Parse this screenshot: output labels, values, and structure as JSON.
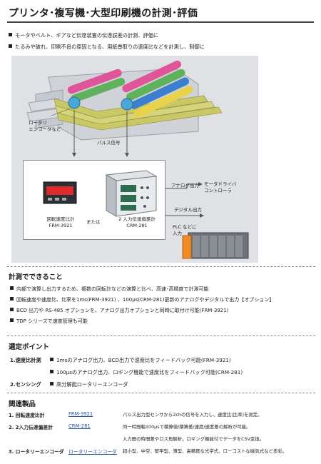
{
  "header": {
    "title": "プリンタ･複写機･大型印刷機の計測･評価"
  },
  "intro": [
    "モータやベルト、ギアなど伝達装置の伝達誤差の計測、評価に",
    "たるみや破れ、印刷不良の原因となる、用紙巻取りの速度比などを計測し、制御に"
  ],
  "diagram": {
    "encoder_label": [
      "ロータリ",
      "エンコーダなど"
    ],
    "pulse_label": "パルス信号",
    "analog_label": "アナログ出力",
    "motor_label": [
      "モータドライバ",
      "コントローラ"
    ],
    "digital_label": "デジタル出力",
    "plc_label": [
      "PLC などに",
      "入力"
    ],
    "dev1_label": [
      "回転速度比計",
      "FRM-3921"
    ],
    "or_label": "または",
    "dev2_label": [
      "2 入力伝達偏差計",
      "CRM-281"
    ],
    "colors": {
      "roller_pink": "#e0559a",
      "roller_green": "#5fb25b",
      "roller_blue": "#3c7fd0",
      "roller_yellow": "#e8d24a",
      "paper": "#c9c766",
      "plc_accent": "#f08a24",
      "display_red": "#e02a2a"
    }
  },
  "measure": {
    "heading": "計測でできること",
    "items": [
      "内部で演算し出力するため、複数の回転計などの演算と比べ、高速･高精度で計測可能",
      "回転速度や速度比、比率を1ms(FRM-3921) 、100µs(CRM-281)更新のアナログやデジタルで出力【オプション】",
      "BCD 出力や RS-485 オプションを、アナログ出力オプションと同時に取付け可能(FRM-3921)",
      "TDP シリーズで速度管理も可能"
    ]
  },
  "selection": {
    "heading": "選定ポイント",
    "rows": [
      {
        "key": "1.速度比計測",
        "value": "1msのアナログ出力、BCD出力で速度比をフィードバック可能(FRM-3921)"
      },
      {
        "key": "",
        "value": "100µsのアナログ出力、ロギング機能で速度比をフィードバック可能(CRM-281)"
      },
      {
        "key": "2.センシング",
        "value": "高分解能ロータリーエンコーダ"
      }
    ]
  },
  "related": {
    "heading": "関連製品",
    "rows": [
      {
        "key": "1. 回転速度比計",
        "model": "FRM-3921",
        "desc": "パルス出力型センサから2chの信号を入力し、速度比(比率)を測定。"
      },
      {
        "key": "2. 2入力伝達偏差計",
        "model": "CRM-281",
        "desc": "同一時間軸100µsで積算値/積算差/速度/速度差の解析が可能。"
      },
      {
        "key": "",
        "model": "",
        "desc": "入力間の時間差やロス角解析。ロギング機能付でデータをCSV変換。"
      },
      {
        "key": "3. ロータリーエンコーダ",
        "model": "ロータリーエンコーダ",
        "desc": "超小型、中空、堅牢型、薄型、高精度な光学式、ローコストな磁気式など多彩。"
      }
    ]
  }
}
